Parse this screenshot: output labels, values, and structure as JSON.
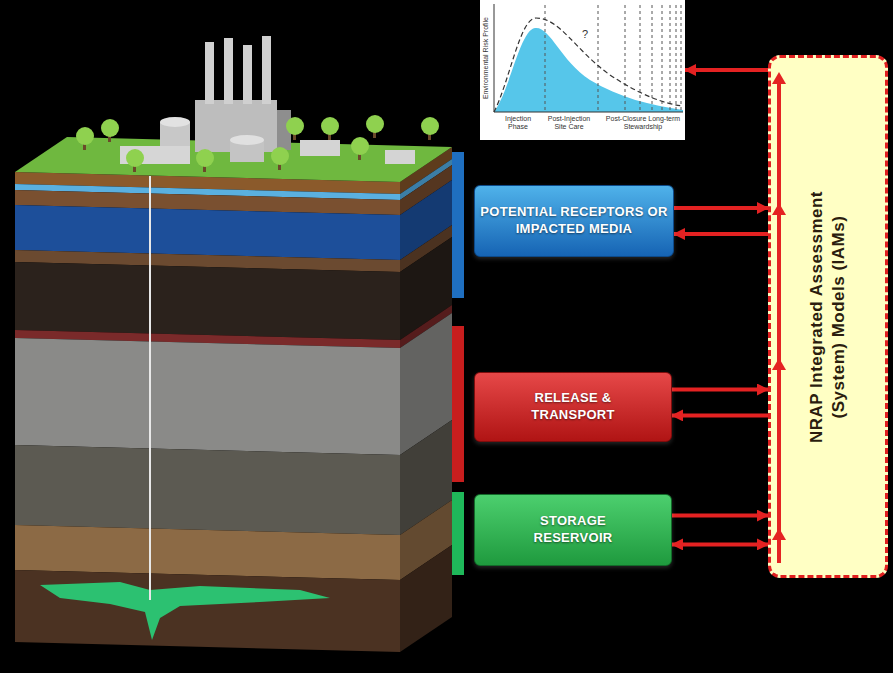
{
  "diagram": {
    "nodes": [
      {
        "text": [
          "Environmental Risk Profile",
          "Injection Phase",
          "Post-Injection Site Care",
          "Post-Closure Long-term Stewardship",
          "?"
        ]
      },
      {
        "text": [
          "POTENTIAL RECEPTORS OR IMPACTED MEDIA"
        ]
      },
      {
        "text": [
          "RELEASE & TRANSPORT"
        ]
      },
      {
        "text": [
          "STORAGE RESERVOIR"
        ]
      },
      {
        "text": [
          "NRAP Integrated Assessment (System) Models (IAMs)"
        ]
      }
    ],
    "edges": [
      {
        "from": 4,
        "to": 0,
        "arrow": "to"
      },
      {
        "from": 1,
        "to": 4,
        "arrow": "to"
      },
      {
        "from": 4,
        "to": 1,
        "arrow": "to"
      },
      {
        "from": 2,
        "to": 4,
        "arrow": "to"
      },
      {
        "from": 4,
        "to": 2,
        "arrow": "to"
      },
      {
        "from": 3,
        "to": 4,
        "arrow": "to"
      },
      {
        "from": 3,
        "to": 4,
        "arrow": "both"
      }
    ]
  }
}
